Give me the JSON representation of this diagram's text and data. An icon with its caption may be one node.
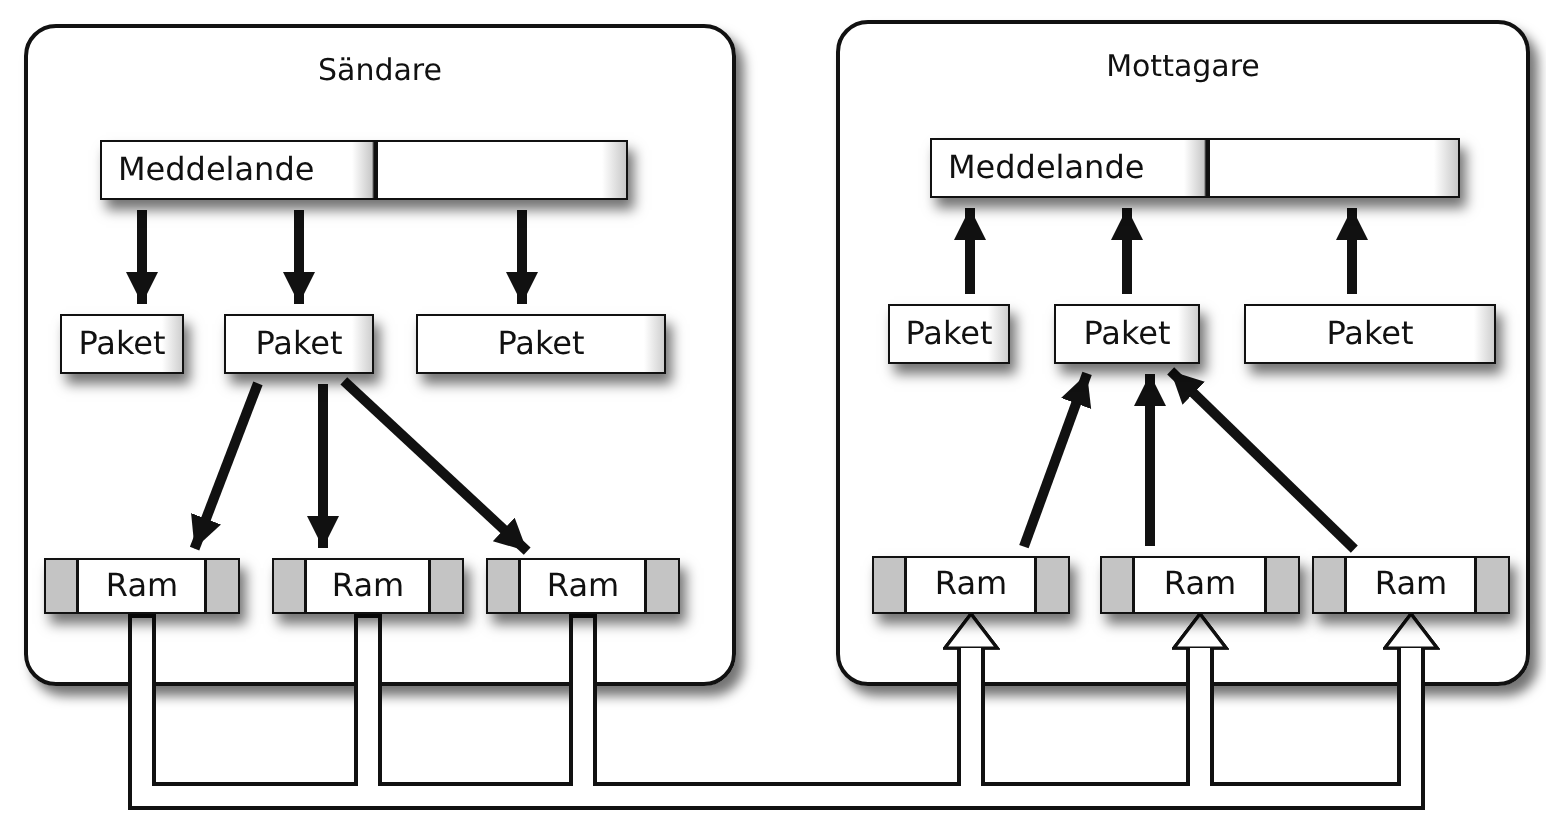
{
  "diagram": {
    "nodes": [
      {
        "text": [
          "Sändare"
        ]
      },
      {
        "text": [
          "Meddelande"
        ],
        "in": 0
      },
      {
        "text": [
          "Paket"
        ],
        "in": 0
      },
      {
        "text": [
          "Paket"
        ],
        "in": 0
      },
      {
        "text": [
          "Paket"
        ],
        "in": 0
      },
      {
        "text": [
          "Ram"
        ],
        "in": 0
      },
      {
        "text": [
          "Ram"
        ],
        "in": 0
      },
      {
        "text": [
          "Ram"
        ],
        "in": 0
      },
      {
        "text": [
          "Mottagare"
        ]
      },
      {
        "text": [
          "Meddelande"
        ],
        "in": 8
      },
      {
        "text": [
          "Paket"
        ],
        "in": 8
      },
      {
        "text": [
          "Paket"
        ],
        "in": 8
      },
      {
        "text": [
          "Paket"
        ],
        "in": 8
      },
      {
        "text": [
          "Ram"
        ],
        "in": 8
      },
      {
        "text": [
          "Ram"
        ],
        "in": 8
      },
      {
        "text": [
          "Ram"
        ],
        "in": 8
      }
    ],
    "edges": [
      {
        "from": 1,
        "to": 2,
        "arrow": "to"
      },
      {
        "from": 1,
        "to": 3,
        "arrow": "to"
      },
      {
        "from": 1,
        "to": 4,
        "arrow": "to"
      },
      {
        "from": 3,
        "to": 5,
        "arrow": "to"
      },
      {
        "from": 3,
        "to": 6,
        "arrow": "to"
      },
      {
        "from": 3,
        "to": 7,
        "arrow": "to"
      },
      {
        "from": 10,
        "to": 9,
        "arrow": "to"
      },
      {
        "from": 11,
        "to": 9,
        "arrow": "to"
      },
      {
        "from": 12,
        "to": 9,
        "arrow": "to"
      },
      {
        "from": 13,
        "to": 11,
        "arrow": "to"
      },
      {
        "from": 14,
        "to": 11,
        "arrow": "to"
      },
      {
        "from": 15,
        "to": 11,
        "arrow": "to"
      },
      {
        "from": 5,
        "to": 13,
        "arrow": "to",
        "style": "thick"
      },
      {
        "from": 5,
        "to": 14,
        "arrow": "to",
        "style": "thick"
      },
      {
        "from": 5,
        "to": 15,
        "arrow": "to",
        "style": "thick"
      },
      {
        "from": 6,
        "to": 13,
        "arrow": "to",
        "style": "thick"
      },
      {
        "from": 6,
        "to": 14,
        "arrow": "to",
        "style": "thick"
      },
      {
        "from": 6,
        "to": 15,
        "arrow": "to",
        "style": "thick"
      },
      {
        "from": 7,
        "to": 13,
        "arrow": "to",
        "style": "thick"
      },
      {
        "from": 7,
        "to": 14,
        "arrow": "to",
        "style": "thick"
      },
      {
        "from": 7,
        "to": 15,
        "arrow": "to",
        "style": "thick"
      }
    ]
  }
}
